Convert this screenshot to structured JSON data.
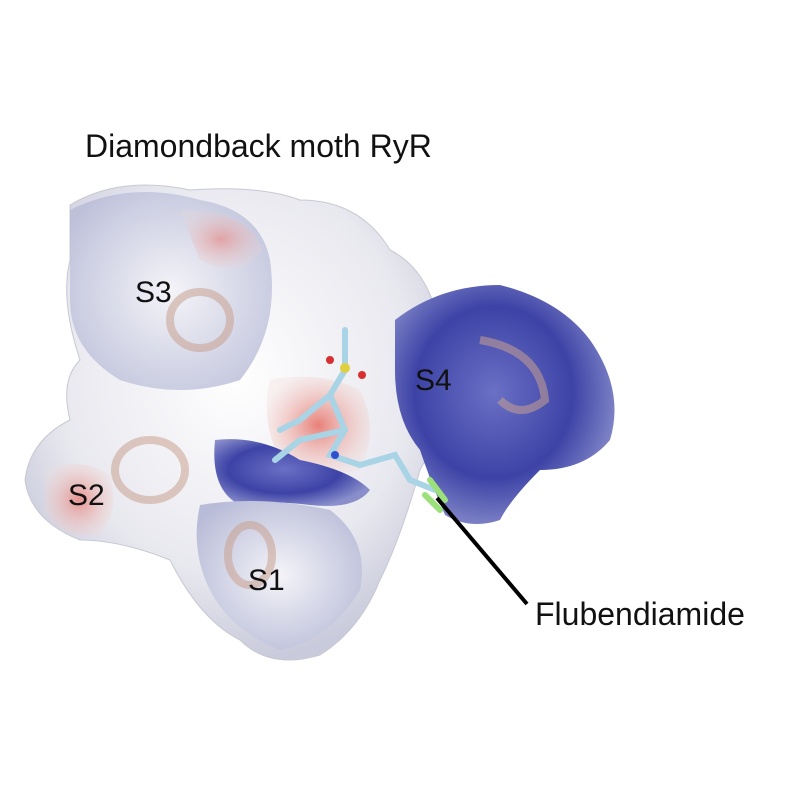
{
  "figure": {
    "title": "Diamondback moth RyR",
    "segments": [
      "S1",
      "S2",
      "S3",
      "S4"
    ],
    "ligand_label": "Flubendiamide"
  },
  "colors": {
    "surface_neutral": "#eeeef2",
    "surface_positive": "#3a3fa8",
    "surface_negative": "#d9605a",
    "ligand_carbon": "#a8d4e6",
    "label_text": "#111111"
  }
}
